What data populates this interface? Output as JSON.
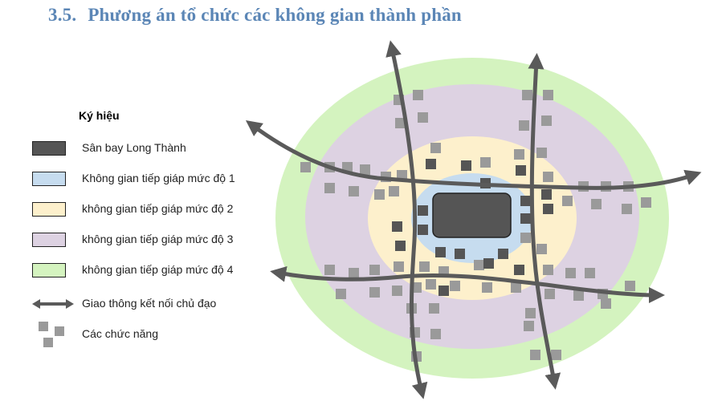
{
  "heading": {
    "number": "3.5.",
    "text": "Phương án tổ chức các không gian thành phần"
  },
  "legend": {
    "title": "Ký hiệu",
    "items": [
      {
        "label": "Sân bay Long Thành",
        "fill": "#555555"
      },
      {
        "label": "Không gian tiếp giáp mức độ 1",
        "fill": "#c6dcef"
      },
      {
        "label": "không gian tiếp giáp mức độ 2",
        "fill": "#fdf0cc"
      },
      {
        "label": "không gian tiếp giáp mức độ 3",
        "fill": "#ddd2e2"
      },
      {
        "label": "không gian tiếp giáp mức độ 4",
        "fill": "#d4f3bf"
      },
      {
        "label": "Giao thông kết nối chủ đạo"
      },
      {
        "label": "Các chức năng"
      }
    ]
  },
  "colors": {
    "zone1": "#c6dcef",
    "zone2": "#fdf0cc",
    "zone3": "#ddd2e2",
    "zone4": "#d4f3bf",
    "airport": "#555555",
    "road": "#5a5a5a",
    "function_dark": "#555555",
    "function_light": "#9a9a9a",
    "heading": "#5b86b6"
  }
}
